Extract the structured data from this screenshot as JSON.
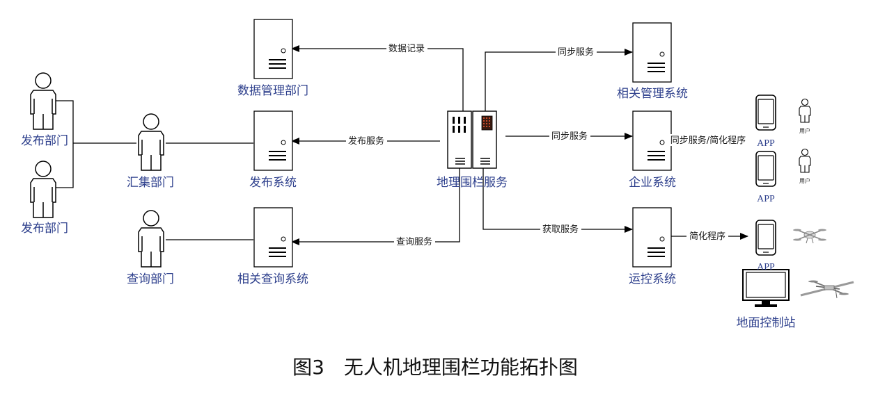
{
  "nodes": {
    "publish_dept_1": "发布部门",
    "publish_dept_2": "发布部门",
    "collect_dept": "汇集部门",
    "query_dept": "查询部门",
    "data_mgmt_dept": "数据管理部门",
    "publish_system": "发布系统",
    "related_query_system": "相关查询系统",
    "geofence_service": "地理围栏服务",
    "related_mgmt_system": "相关管理系统",
    "enterprise_system": "企业系统",
    "ops_control_system": "运控系统",
    "ground_station": "地面控制站"
  },
  "edges": {
    "data_record": "数据记录",
    "publish_service": "发布服务",
    "query_service": "查询服务",
    "sync_service_1": "同步服务",
    "sync_service_2": "同步服务",
    "fetch_service": "获取服务",
    "sync_simplify": "同步服务/简化程序",
    "simplify_program": "简化程序"
  },
  "devices": {
    "app_1": "APP",
    "app_2": "APP",
    "app_3": "APP",
    "user_1": "用户",
    "user_2": "用户"
  },
  "caption": "图3　无人机地理围栏功能拓扑图",
  "colors": {
    "label": "#2d3f8c",
    "line": "#000000"
  }
}
